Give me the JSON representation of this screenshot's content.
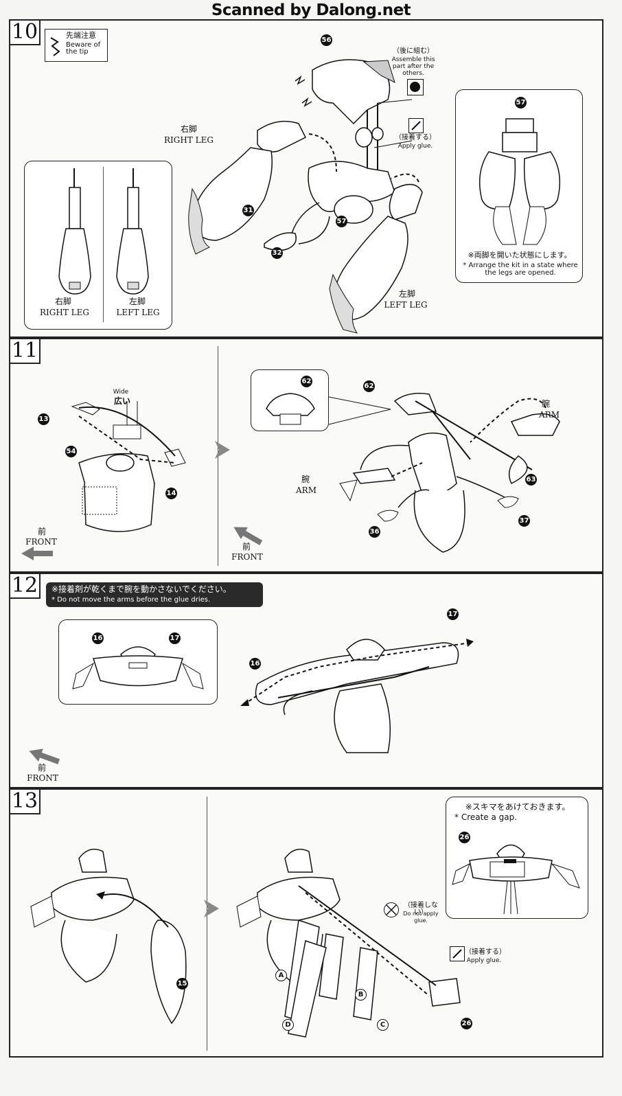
{
  "watermark": "Scanned by Dalong.net",
  "steps": {
    "s10": {
      "number": "10",
      "tip_jp": "先端注意",
      "tip_en": "Beware of the tip",
      "assemble_jp": "（後に組む）",
      "assemble_en": "Assemble this part after the others.",
      "glue_jp": "（接着する）",
      "glue_en": "Apply glue.",
      "right_leg_jp": "右脚",
      "right_leg_en": "RIGHT LEG",
      "left_leg_jp": "左脚",
      "left_leg_en": "LEFT LEG",
      "inset_right_jp": "右脚",
      "inset_right_en": "RIGHT LEG",
      "inset_left_jp": "左脚",
      "inset_left_en": "LEFT LEG",
      "note_jp": "※両脚を開いた状態にします。",
      "note_en": "* Arrange the kit in a state where the legs are opened.",
      "parts": [
        "56",
        "57",
        "31",
        "32",
        "57"
      ]
    },
    "s11": {
      "number": "11",
      "wide_en": "Wide",
      "wide_jp": "広い",
      "arm_jp_1": "腕",
      "arm_en_1": "ARM",
      "arm_jp_2": "腕",
      "arm_en_2": "ARM",
      "front_jp_1": "前",
      "front_en_1": "FRONT",
      "front_jp_2": "前",
      "front_en_2": "FRONT",
      "parts": [
        "13",
        "54",
        "14",
        "62",
        "62",
        "63",
        "36",
        "37"
      ]
    },
    "s12": {
      "number": "12",
      "notice_jp": "※接着剤が乾くまで腕を動かさないでください。",
      "notice_en": "* Do not move the arms before the glue dries.",
      "front_jp": "前",
      "front_en": "FRONT",
      "parts": [
        "16",
        "17",
        "16",
        "17"
      ]
    },
    "s13": {
      "number": "13",
      "gap_jp": "※スキマをあけておきます。",
      "gap_en": "* Create a gap.",
      "noglue_jp": "（接着しない）",
      "noglue_en": "Do not apply glue.",
      "glue_jp": "（接着する）",
      "glue_en": "Apply glue.",
      "parts": [
        "15",
        "26",
        "26"
      ],
      "letters": [
        "A",
        "B",
        "C",
        "D"
      ]
    }
  }
}
